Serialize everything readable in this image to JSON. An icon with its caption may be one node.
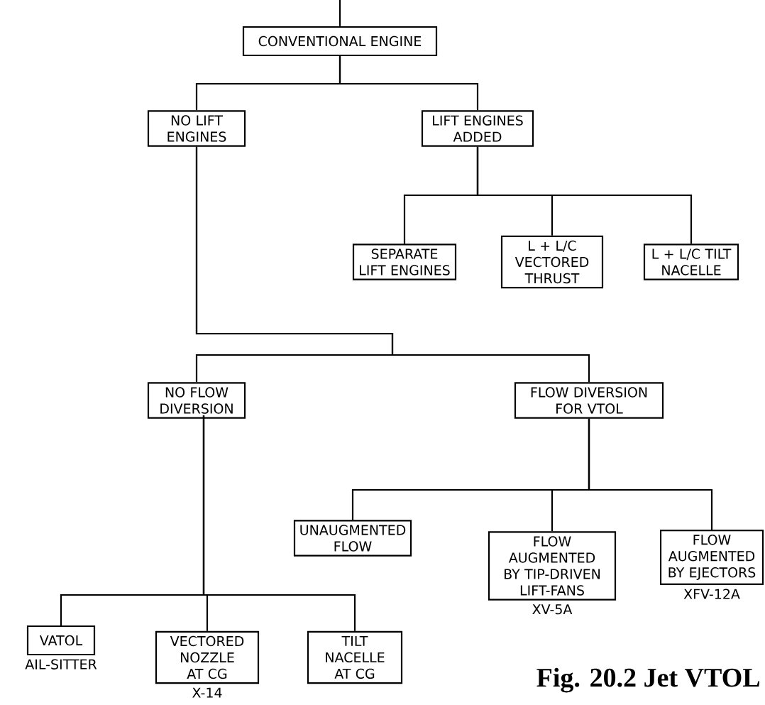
{
  "diagram": {
    "caption": "Fig. 20.2 Jet VTOL",
    "nodes": [
      {
        "text": [
          "CONVENTIONAL ENGINE"
        ]
      },
      {
        "text": [
          "NO LIFT ENGINES"
        ]
      },
      {
        "text": [
          "LIFT ENGINES ADDED"
        ]
      },
      {
        "text": [
          "SEPARATE LIFT ENGINES"
        ]
      },
      {
        "text": [
          "L + L/C VECTORED THRUST"
        ]
      },
      {
        "text": [
          "L + L/C TILT NACELLE"
        ]
      },
      {
        "text": [
          "NO FLOW DIVERSION"
        ]
      },
      {
        "text": [
          "FLOW DIVERSION FOR VTOL"
        ]
      },
      {
        "text": [
          "UNAUGMENTED FLOW"
        ]
      },
      {
        "text": [
          "FLOW AUGMENTED BY TIP-DRIVEN LIFT-FANS"
        ],
        "beside": [
          "XV-5A"
        ]
      },
      {
        "text": [
          "FLOW AUGMENTED BY EJECTORS"
        ],
        "beside": [
          "XFV-12A"
        ]
      },
      {
        "text": [
          "VATOL"
        ],
        "beside": [
          "AIL-SITTER"
        ]
      },
      {
        "text": [
          "VECTORED NOZZLE AT CG"
        ],
        "beside": [
          "X-14"
        ]
      },
      {
        "text": [
          "TILT NACELLE AT CG"
        ]
      }
    ],
    "edges": [
      {
        "from": null,
        "to": 0,
        "arrow": "none"
      },
      {
        "from": 0,
        "to": 1,
        "arrow": "none"
      },
      {
        "from": 0,
        "to": 2,
        "arrow": "none"
      },
      {
        "from": 2,
        "to": 3,
        "arrow": "none"
      },
      {
        "from": 2,
        "to": 4,
        "arrow": "none"
      },
      {
        "from": 2,
        "to": 5,
        "arrow": "none"
      },
      {
        "from": 1,
        "to": 6,
        "arrow": "none"
      },
      {
        "from": 1,
        "to": 7,
        "arrow": "none"
      },
      {
        "from": 7,
        "to": 8,
        "arrow": "none"
      },
      {
        "from": 7,
        "to": 9,
        "arrow": "none"
      },
      {
        "from": 7,
        "to": 10,
        "arrow": "none"
      },
      {
        "from": 6,
        "to": 11,
        "arrow": "none"
      },
      {
        "from": 6,
        "to": 12,
        "arrow": "none"
      },
      {
        "from": 6,
        "to": 13,
        "arrow": "none"
      }
    ]
  }
}
